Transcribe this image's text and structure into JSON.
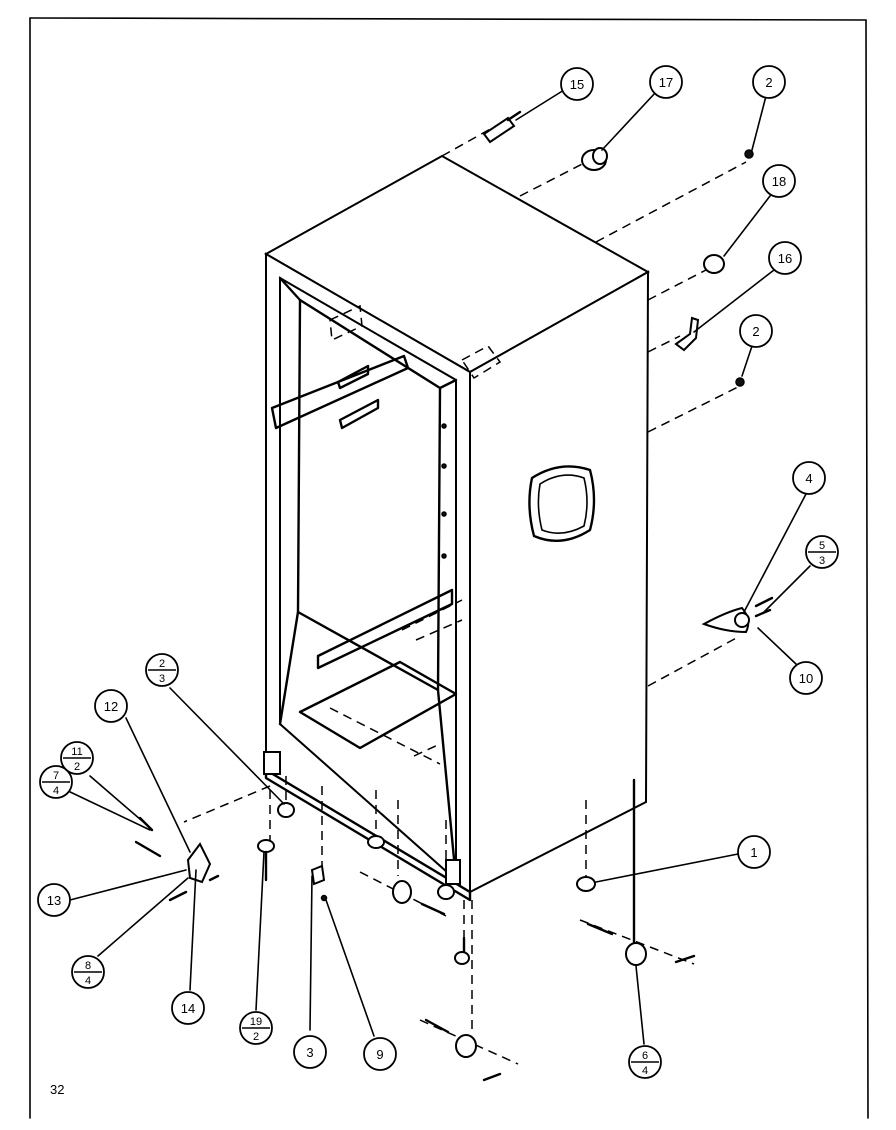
{
  "page_number": "32",
  "callouts": [
    {
      "id": "c15",
      "top": "15"
    },
    {
      "id": "c17",
      "top": "17"
    },
    {
      "id": "c2a",
      "top": "2"
    },
    {
      "id": "c18",
      "top": "18"
    },
    {
      "id": "c16",
      "top": "16"
    },
    {
      "id": "c2b",
      "top": "2"
    },
    {
      "id": "c4",
      "top": "4"
    },
    {
      "id": "c5_3",
      "top": "5",
      "bottom": "3"
    },
    {
      "id": "c10",
      "top": "10"
    },
    {
      "id": "c1",
      "top": "1"
    },
    {
      "id": "c6_4",
      "top": "6",
      "bottom": "4"
    },
    {
      "id": "c9",
      "top": "9"
    },
    {
      "id": "c3",
      "top": "3"
    },
    {
      "id": "c19_2",
      "top": "19",
      "bottom": "2"
    },
    {
      "id": "c14",
      "top": "14"
    },
    {
      "id": "c8_4",
      "top": "8",
      "bottom": "4"
    },
    {
      "id": "c13",
      "top": "13"
    },
    {
      "id": "c7_4",
      "top": "7",
      "bottom": "4"
    },
    {
      "id": "c11_2",
      "top": "11",
      "bottom": "2"
    },
    {
      "id": "c12",
      "top": "12"
    },
    {
      "id": "c2_3",
      "top": "2",
      "bottom": "3"
    }
  ]
}
